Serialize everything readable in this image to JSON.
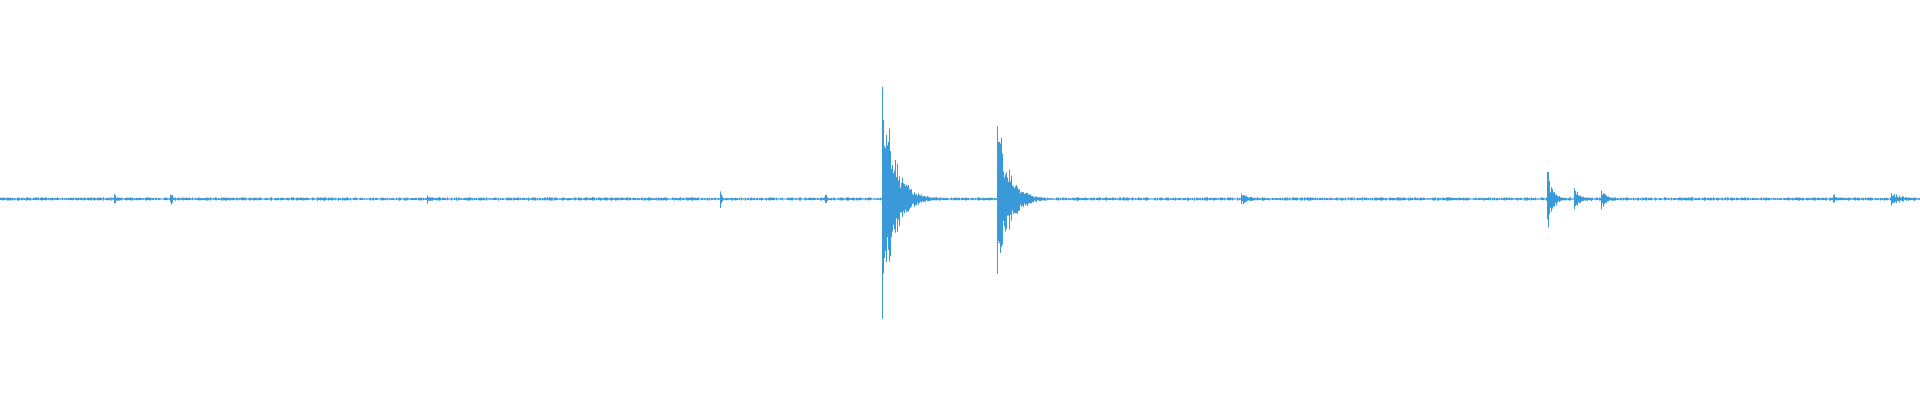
{
  "waveform": {
    "color": "#3a9ad9",
    "background": "#ffffff",
    "baseline_amplitude": 0.004,
    "duration_fraction": 1.0,
    "events": [
      {
        "at": 0.0595,
        "amplitude": 0.012,
        "decay": 0.0015
      },
      {
        "at": 0.089,
        "amplitude": 0.012,
        "decay": 0.0015
      },
      {
        "at": 0.2225,
        "amplitude": 0.01,
        "decay": 0.0015
      },
      {
        "at": 0.375,
        "amplitude": 0.02,
        "decay": 0.001
      },
      {
        "at": 0.43,
        "amplitude": 0.01,
        "decay": 0.0015
      },
      {
        "at": 0.4595,
        "amplitude": 0.31,
        "decay": 0.006
      },
      {
        "at": 0.5195,
        "amplitude": 0.2,
        "decay": 0.006
      },
      {
        "at": 0.6465,
        "amplitude": 0.014,
        "decay": 0.005
      },
      {
        "at": 0.806,
        "amplitude": 0.06,
        "decay": 0.003
      },
      {
        "at": 0.82,
        "amplitude": 0.03,
        "decay": 0.003
      },
      {
        "at": 0.834,
        "amplitude": 0.025,
        "decay": 0.003
      },
      {
        "at": 0.955,
        "amplitude": 0.01,
        "decay": 0.0015
      },
      {
        "at": 0.985,
        "amplitude": 0.015,
        "decay": 0.006
      }
    ]
  }
}
